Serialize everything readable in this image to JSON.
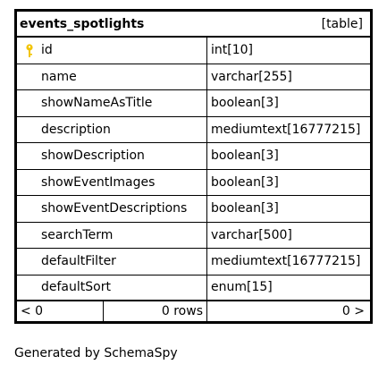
{
  "table": {
    "name": "events_spotlights",
    "kind": "[table]",
    "columns": [
      {
        "name": "id",
        "type": "int[10]",
        "primary_key": true
      },
      {
        "name": "name",
        "type": "varchar[255]"
      },
      {
        "name": "showNameAsTitle",
        "type": "boolean[3]"
      },
      {
        "name": "description",
        "type": "mediumtext[16777215]"
      },
      {
        "name": "showDescription",
        "type": "boolean[3]"
      },
      {
        "name": "showEventImages",
        "type": "boolean[3]"
      },
      {
        "name": "showEventDescriptions",
        "type": "boolean[3]"
      },
      {
        "name": "searchTerm",
        "type": "varchar[500]"
      },
      {
        "name": "defaultFilter",
        "type": "mediumtext[16777215]"
      },
      {
        "name": "defaultSort",
        "type": "enum[15]"
      }
    ],
    "footer": {
      "parents": "< 0",
      "rows": "0 rows",
      "children": "0 >"
    }
  },
  "generated_by": "Generated by SchemaSpy",
  "icons": {
    "primary_key": "key-icon"
  },
  "colors": {
    "key_icon": "#f2c400"
  }
}
